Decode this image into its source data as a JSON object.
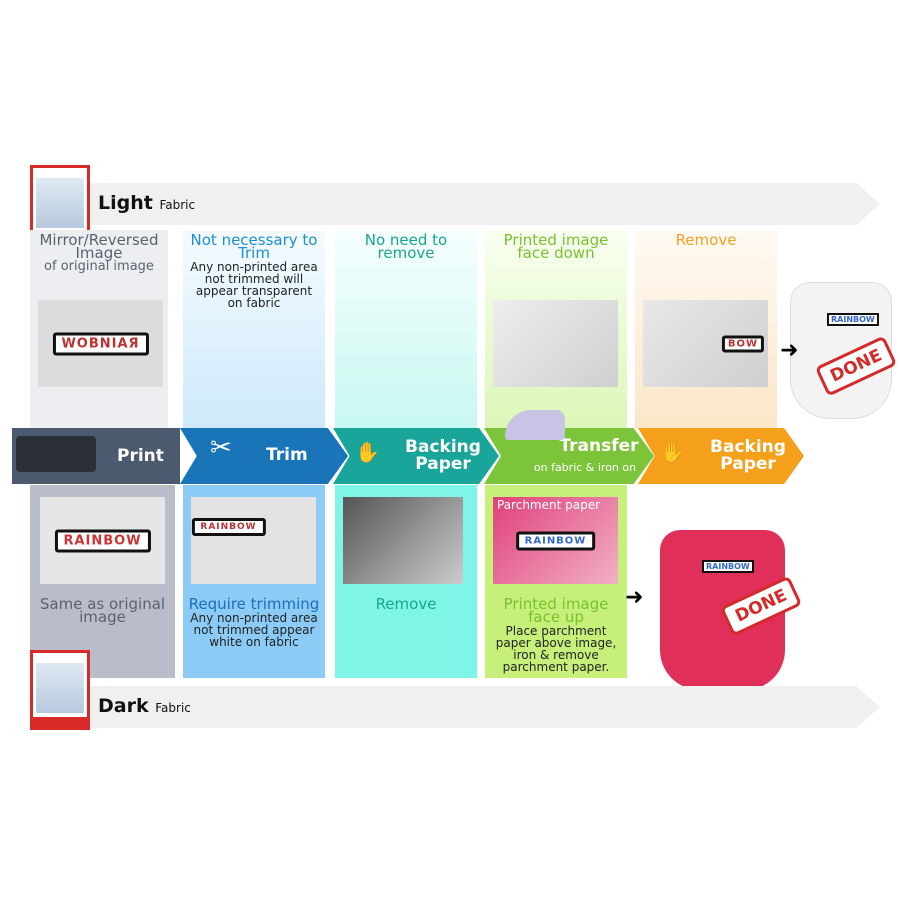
{
  "light": {
    "title": "Light",
    "sub": "Fabric"
  },
  "dark": {
    "title": "Dark",
    "sub": "Fabric"
  },
  "top": [
    {
      "head": "Mirror/Reversed Image",
      "head2": "of original image",
      "sub": "",
      "color": "#5a6272",
      "bg": "#eceef2",
      "photo": "WOBNIAЯ"
    },
    {
      "head": "Not necessary to Trim",
      "sub": "Any non-printed area not trimmed will appear transparent on fabric",
      "color": "#1c8fd0",
      "bg": "#dceffc"
    },
    {
      "head": "No need to remove",
      "sub": "",
      "color": "#1aa58f",
      "bg": "#d8fbf6"
    },
    {
      "head": "Printed image face down",
      "sub": "",
      "color": "#79c130",
      "bg": "#e9fad2"
    },
    {
      "head": "Remove",
      "sub": "",
      "color": "#f0a020",
      "bg": "#fdf0dd",
      "photo": "BOW"
    }
  ],
  "steps": [
    {
      "label": "Print",
      "color": "#4b5a6e"
    },
    {
      "label": "Trim",
      "color": "#1a74b8"
    },
    {
      "label": "Backing Paper",
      "color": "#1aa59a"
    },
    {
      "label": "Transfer",
      "sub": "on fabric & iron on",
      "color": "#7cc43a"
    },
    {
      "label": "Backing Paper",
      "color": "#f5a01a"
    }
  ],
  "bottom": [
    {
      "head": "Same as original image",
      "sub": "",
      "color": "#5a6272",
      "bg": "#b9bdc9",
      "photo": "RAINBOW"
    },
    {
      "head": "Require trimming",
      "sub": "Any non-printed area not trimmed appear white on fabric",
      "color": "#1c6fb8",
      "bg": "#8ccbf5",
      "photo": "RAINBOW"
    },
    {
      "head": "Remove",
      "sub": "",
      "color": "#1aa58f",
      "bg": "#7ff5e8"
    },
    {
      "head": "Printed image face up",
      "sub": "Place parchment paper above image, iron & remove parchment paper.",
      "color": "#79c130",
      "bg": "#c6f07a",
      "photo": "RAINBOW",
      "photo_label": "Parchment paper"
    }
  ],
  "done": "DONE",
  "onesie_light_print": "RAINBOW",
  "onesie_dark_print": "RAINBOW"
}
